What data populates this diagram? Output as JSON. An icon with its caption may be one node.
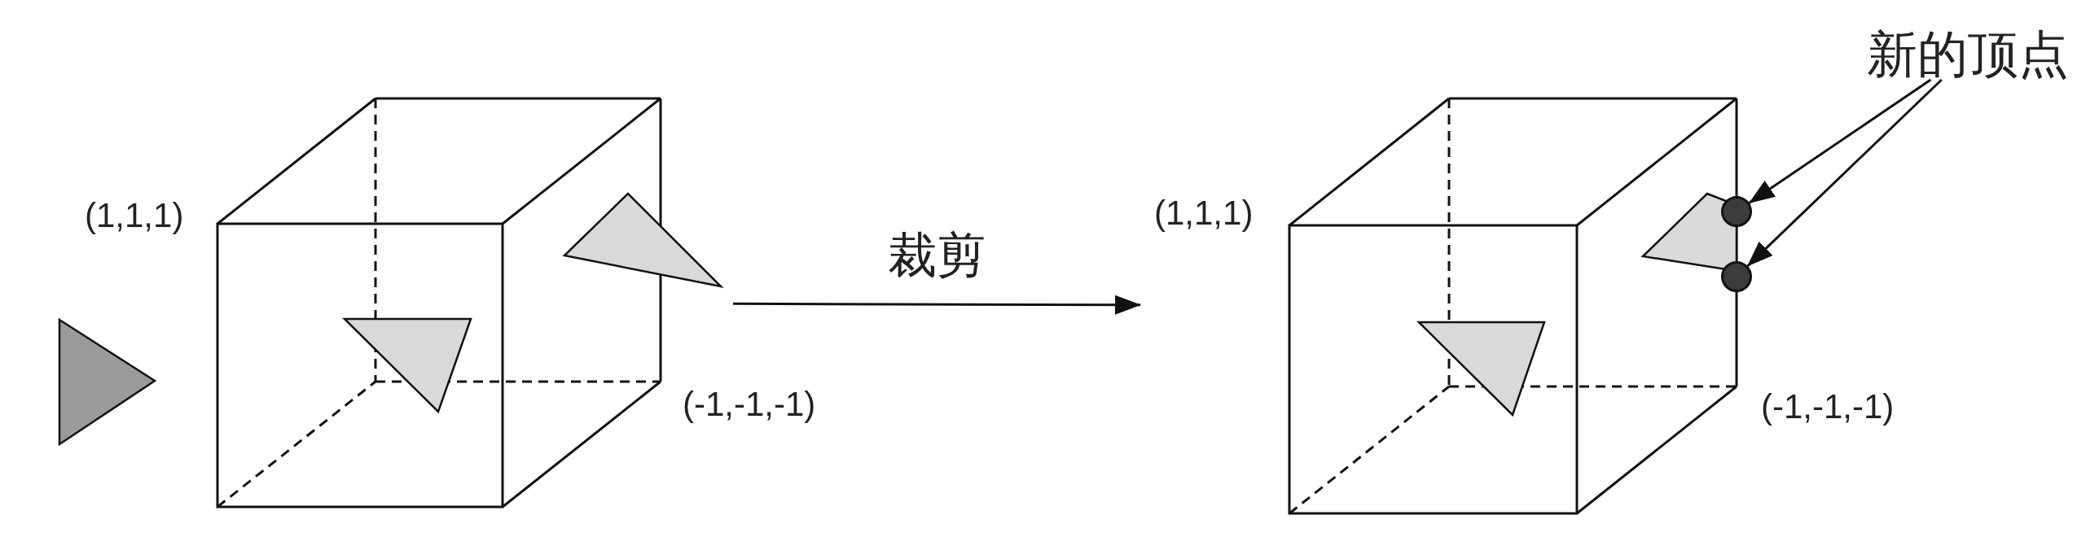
{
  "diagram": {
    "nodes": [
      {
        "text": [],
        "shape": "cube"
      },
      {
        "text": [],
        "shape": "cube"
      },
      {
        "text": [
          "新的顶点"
        ]
      },
      {
        "text": [],
        "shape": "circle"
      },
      {
        "text": [],
        "shape": "circle"
      }
    ],
    "edges": [
      {
        "from": 0,
        "to": 1,
        "arrow": "to",
        "label": "裁剪"
      },
      {
        "from": 2,
        "to": 3,
        "arrow": "to"
      },
      {
        "from": 2,
        "to": 4,
        "arrow": "to"
      }
    ],
    "labels": [
      "(1,1,1)",
      "(-1,-1,-1)",
      "(1,1,1)",
      "(-1,-1,-1)"
    ]
  }
}
